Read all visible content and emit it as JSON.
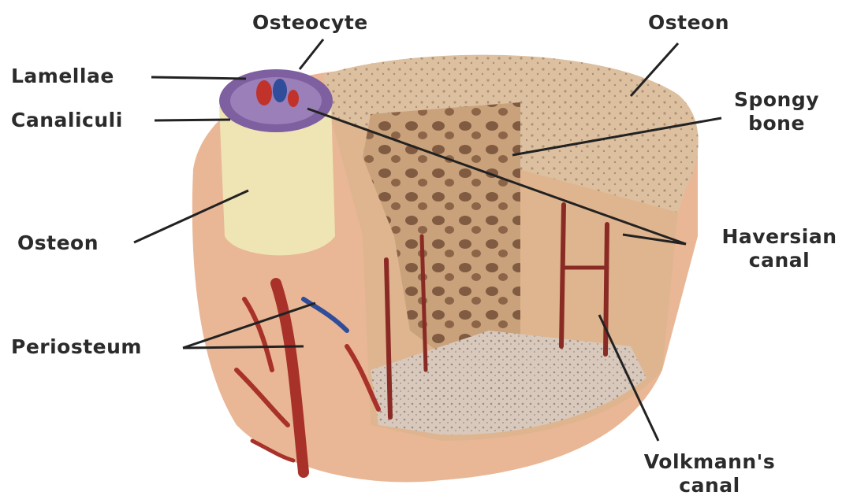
{
  "labels": {
    "osteocyte": "Osteocyte",
    "osteon_top": "Osteon",
    "lamellae": "Lamellae",
    "canaliculi": "Canaliculi",
    "spongy_line1": "Spongy",
    "spongy_line2": "bone",
    "osteon_left": "Osteon",
    "haversian_line1": "Haversian",
    "haversian_line2": "canal",
    "periosteum": "Periosteum",
    "volkmann_line1": "Volkmann's",
    "volkmann_line2": "canal"
  },
  "colors": {
    "bone_outer": "#e6b592",
    "bone_top": "#dcc0a0",
    "spongy": "#c8a27c",
    "osteon_cylinder": "#efe4b4",
    "vessel_red": "#a8322a",
    "vein_blue": "#2f4d9a",
    "label_text": "#2b2b2b"
  }
}
